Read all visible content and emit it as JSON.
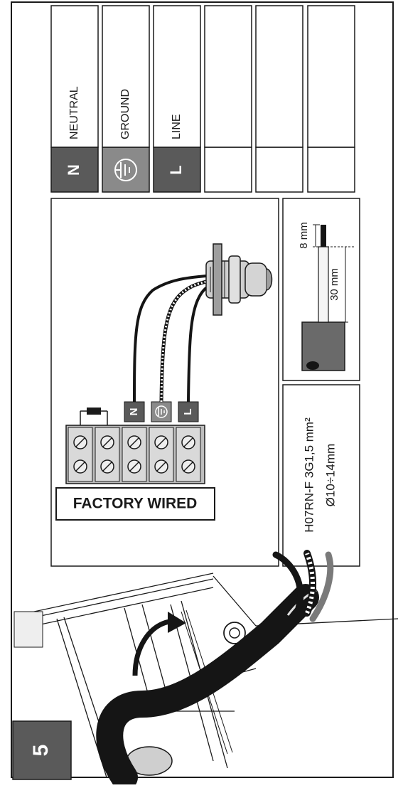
{
  "step_number": "5",
  "wiring_table": [
    {
      "symbol": "N",
      "label": "NEUTRAL",
      "style": "dark"
    },
    {
      "symbol": "",
      "label": "GROUND",
      "style": "mid",
      "icon": "ground-icon"
    },
    {
      "symbol": "L",
      "label": "LINE",
      "style": "dark"
    },
    {
      "symbol": "",
      "label": "",
      "style": "empty"
    },
    {
      "symbol": "",
      "label": "",
      "style": "empty"
    },
    {
      "symbol": "",
      "label": "",
      "style": "empty"
    }
  ],
  "terminal_diagram": {
    "factory_label": "FACTORY WIRED",
    "terminal_tags": [
      {
        "symbol": "N"
      },
      {
        "symbol": "",
        "icon": "ground-icon"
      },
      {
        "symbol": "L"
      }
    ]
  },
  "strip_spec": {
    "conductor_strip": "8 mm",
    "sheath_strip": "30 mm"
  },
  "cable_spec": {
    "type": "H07RN-F 3G1,5 mm²",
    "diameter": "Ø10÷14mm"
  },
  "colors": {
    "dark_fill": "#5a5a5a",
    "mid_fill": "#8a8a8a",
    "line": "#1a1a1a",
    "cable": "#151515"
  }
}
